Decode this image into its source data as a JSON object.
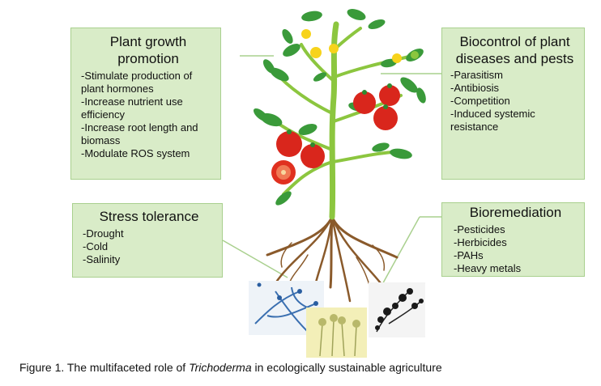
{
  "growth": {
    "title": "Plant growth promotion",
    "items": [
      "-Stimulate production of plant hormones",
      "-Increase nutrient use efficiency",
      "-Increase root length and biomass",
      "-Modulate ROS system"
    ]
  },
  "biocontrol": {
    "title": "Biocontrol of plant diseases and pests",
    "items": [
      "-Parasitism",
      "-Antibiosis",
      "-Competition",
      "-Induced systemic resistance"
    ]
  },
  "stress": {
    "title": "Stress tolerance",
    "items": [
      "-Drought",
      "-Cold",
      "-Salinity"
    ]
  },
  "bioremediation": {
    "title": "Bioremediation",
    "items": [
      "-Pesticides",
      "-Herbicides",
      "-PAHs",
      "-Heavy metals"
    ]
  },
  "caption": {
    "prefix": "Figure 1. The multifaceted role of ",
    "genus": "Trichoderma",
    "suffix": " in ecologically sustainable agriculture"
  },
  "colors": {
    "box_fill": "#d9ecc8",
    "box_border": "#a9d08e",
    "stem": "#8cc63f",
    "leaf": "#3a9a3a",
    "tomato": "#d9261c",
    "root": "#8a5a2b",
    "flower": "#f7d31b"
  }
}
